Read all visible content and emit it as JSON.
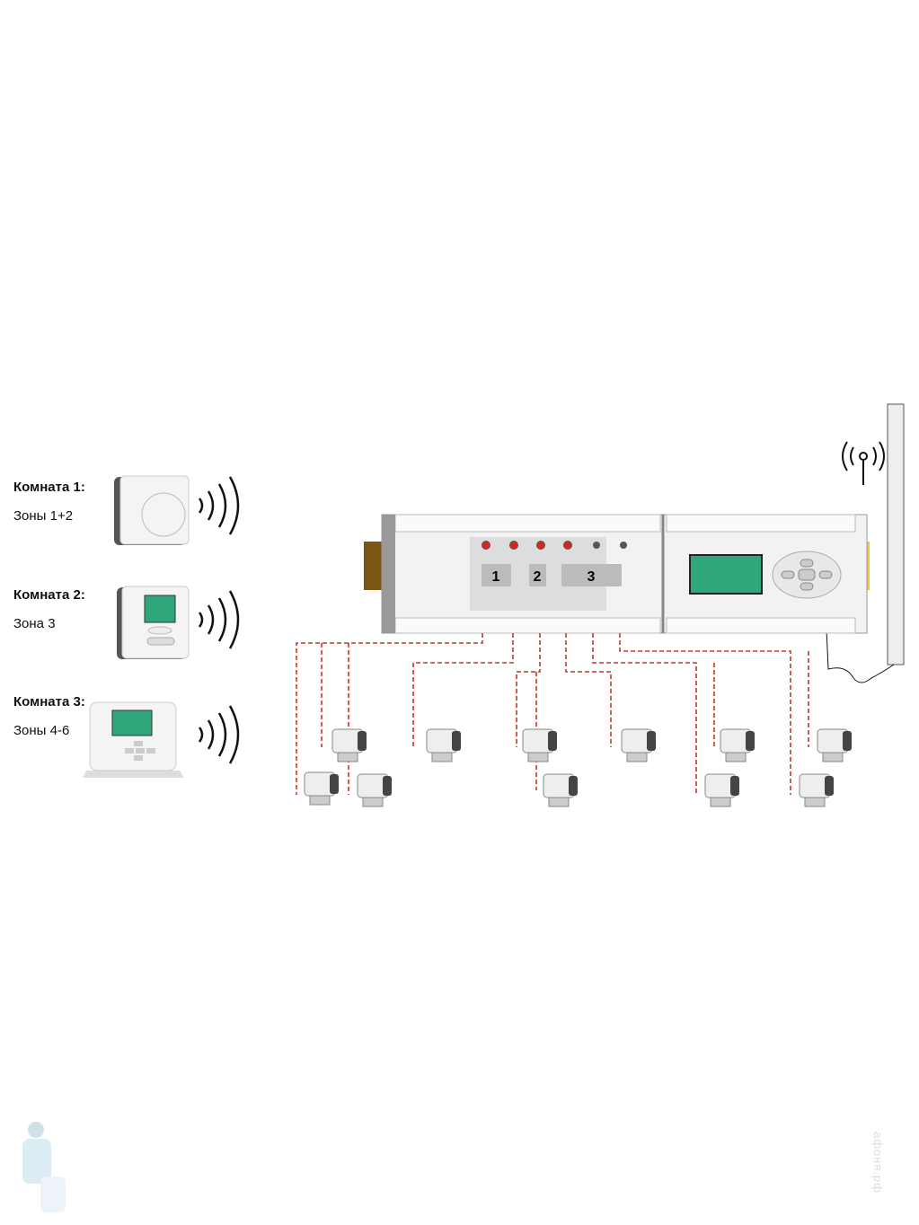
{
  "rooms": [
    {
      "title": "Комната 1:",
      "zones": "Зоны 1+2",
      "device": "dial-thermostat"
    },
    {
      "title": "Комната 2:",
      "zones": "Зона 3",
      "device": "digital-thermostat"
    },
    {
      "title": "Комната 3:",
      "zones": "Зоны 4-6",
      "device": "programmable-thermostat"
    }
  ],
  "controller": {
    "zone_labels": [
      "1",
      "2",
      "3"
    ],
    "leds": [
      "on",
      "on",
      "on",
      "on",
      "off",
      "off"
    ],
    "colors": {
      "led_on": "#d9261c",
      "led_off": "#555555",
      "screen": "#2fa77a",
      "bracket_left": "#7a5515",
      "bracket_right": "#f2c53a",
      "wire": "#c0392b"
    }
  },
  "actuator_count": 11,
  "watermark": "афоня.рф"
}
